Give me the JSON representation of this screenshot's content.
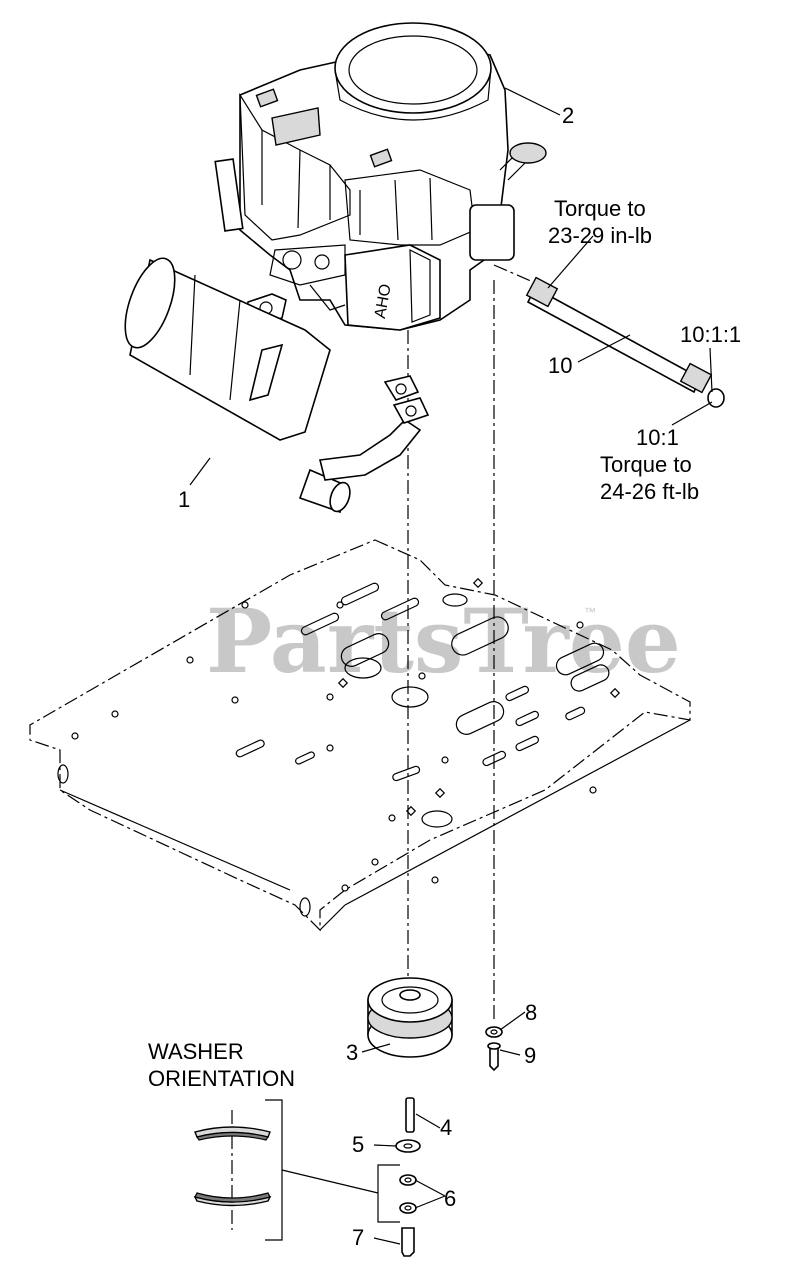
{
  "watermark": {
    "text": "PartsTree",
    "trademark": "™"
  },
  "callouts": [
    {
      "id": "1",
      "text": "1"
    },
    {
      "id": "2",
      "text": "2"
    },
    {
      "id": "3",
      "text": "3"
    },
    {
      "id": "4",
      "text": "4"
    },
    {
      "id": "5",
      "text": "5"
    },
    {
      "id": "6",
      "text": "6"
    },
    {
      "id": "7",
      "text": "7"
    },
    {
      "id": "8",
      "text": "8"
    },
    {
      "id": "9",
      "text": "9"
    },
    {
      "id": "10",
      "text": "10"
    },
    {
      "id": "10-1-1",
      "text": "10:1:1"
    }
  ],
  "notes": {
    "torque_upper": [
      "Torque to",
      "23-29 in-lb"
    ],
    "torque_lower": [
      "10:1",
      "Torque to",
      "24-26 ft-lb"
    ],
    "washer_orientation": [
      "WASHER",
      "ORIENTATION"
    ]
  },
  "engine_label": "AHO"
}
